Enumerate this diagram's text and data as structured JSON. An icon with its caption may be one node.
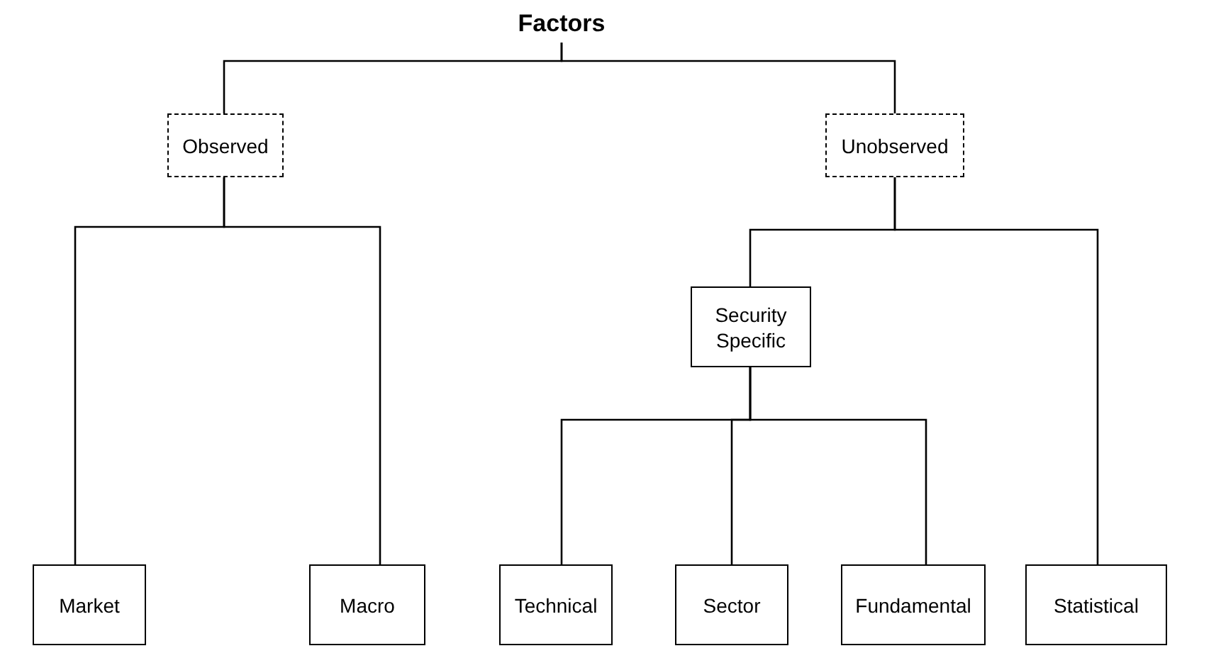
{
  "diagram": {
    "nodes": [
      {
        "text": [
          "Factors"
        ]
      },
      {
        "text": [
          "Observed"
        ]
      },
      {
        "text": [
          "Unobserved"
        ]
      },
      {
        "text": [
          "Market"
        ]
      },
      {
        "text": [
          "Macro"
        ]
      },
      {
        "text": [
          "Security Specific"
        ]
      },
      {
        "text": [
          "Technical"
        ]
      },
      {
        "text": [
          "Sector"
        ]
      },
      {
        "text": [
          "Fundamental"
        ]
      },
      {
        "text": [
          "Statistical"
        ]
      }
    ],
    "edges": [
      {
        "from": 0,
        "to": 1,
        "arrow": "none"
      },
      {
        "from": 0,
        "to": 2,
        "arrow": "none"
      },
      {
        "from": 1,
        "to": 3,
        "arrow": "none"
      },
      {
        "from": 1,
        "to": 4,
        "arrow": "none"
      },
      {
        "from": 2,
        "to": 5,
        "arrow": "none"
      },
      {
        "from": 2,
        "to": 9,
        "arrow": "none"
      },
      {
        "from": 5,
        "to": 6,
        "arrow": "none"
      },
      {
        "from": 5,
        "to": 7,
        "arrow": "none"
      },
      {
        "from": 5,
        "to": 8,
        "arrow": "none"
      }
    ]
  }
}
